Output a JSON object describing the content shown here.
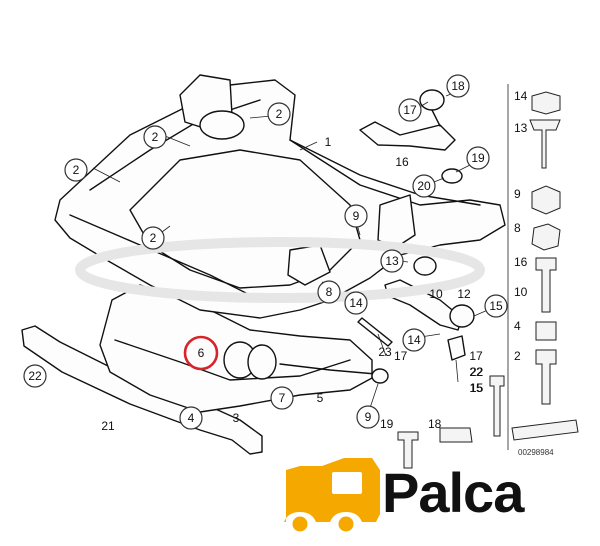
{
  "diagram": {
    "callouts_circled": [
      "2",
      "2",
      "2",
      "2",
      "1",
      "18",
      "17",
      "19",
      "20",
      "9",
      "13",
      "14",
      "15",
      "14",
      "22",
      "4",
      "7",
      "8",
      "9"
    ],
    "highlighted_part": "6",
    "plain_labels": [
      "1",
      "16",
      "10",
      "12",
      "23",
      "5",
      "3",
      "21",
      "17",
      "22",
      "15"
    ],
    "parts_column": [
      "14",
      "13",
      "9",
      "8",
      "16",
      "10",
      "4",
      "2",
      "17",
      "22",
      "15",
      "19",
      "18"
    ],
    "reference_code": "00298984",
    "highlight_color": "#d8232a"
  },
  "logo": {
    "brand": "Palca",
    "badge_color": "#f5a800",
    "text_color": "#111111"
  }
}
